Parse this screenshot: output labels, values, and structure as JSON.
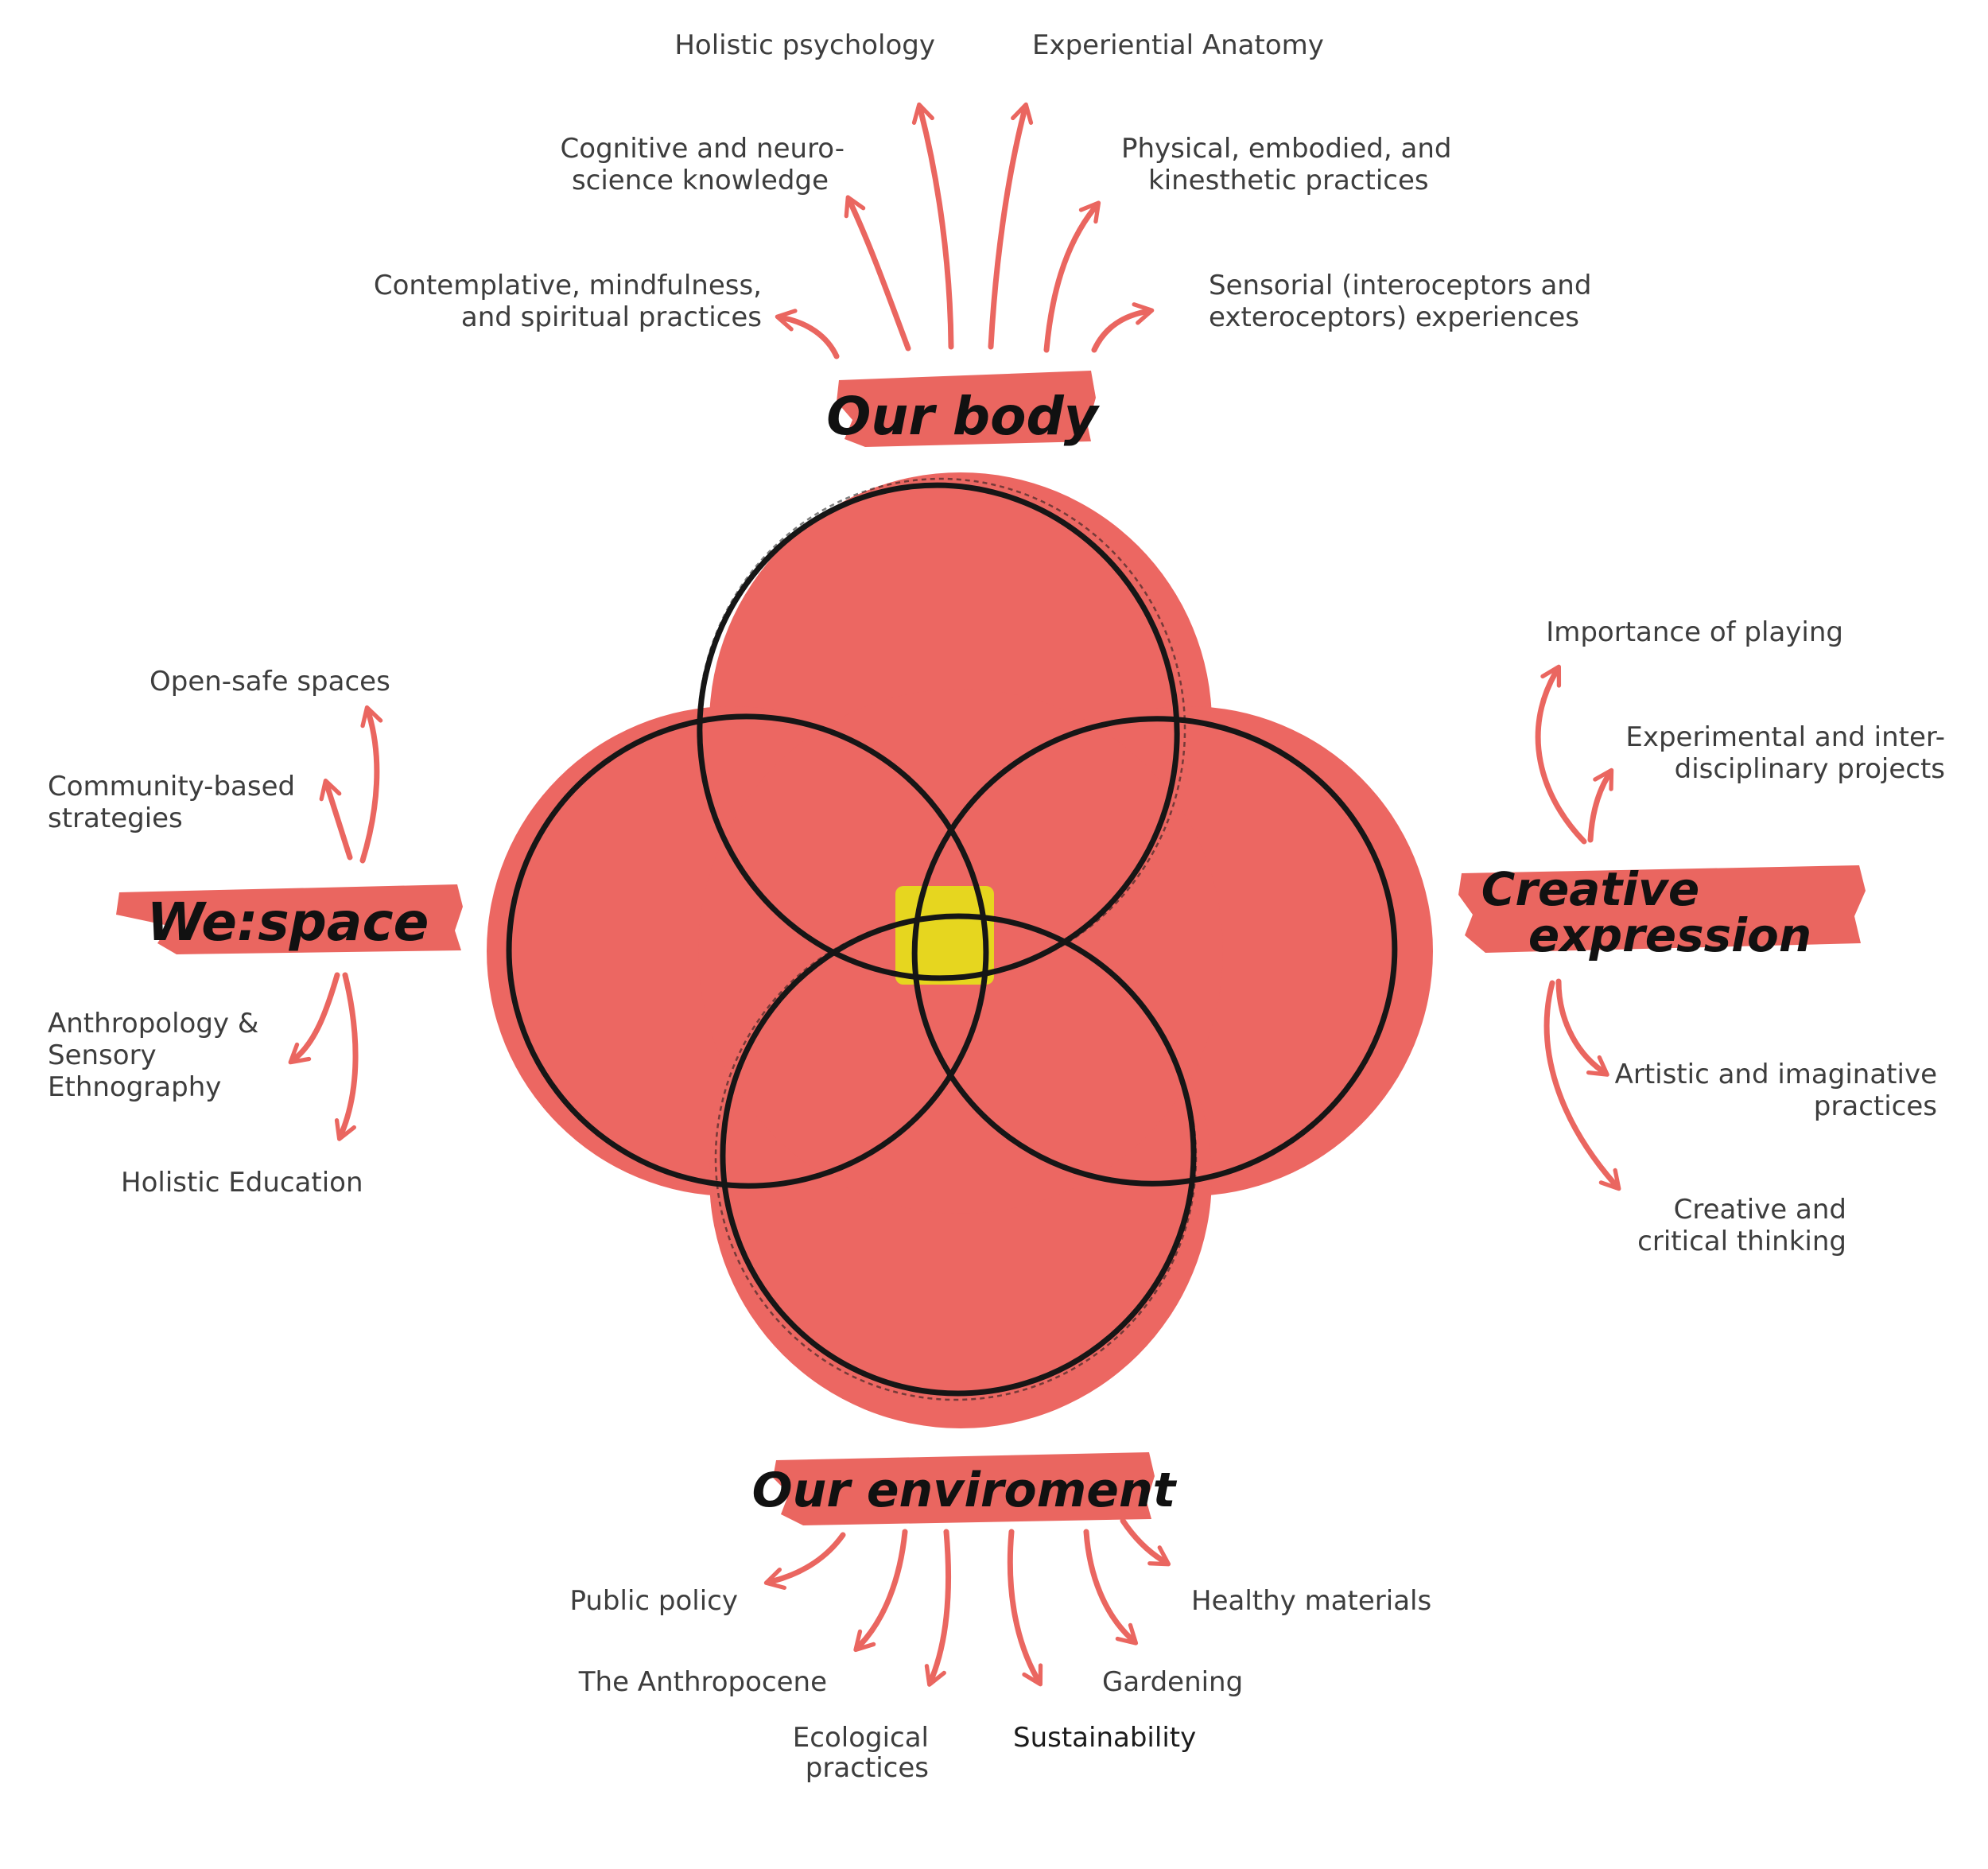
{
  "colors": {
    "blob": "#ec6762",
    "brush": "#ea6660",
    "center": "#e6d61f",
    "ink": "#161616",
    "text": "#3d3d3d"
  },
  "categories": {
    "body": "Our body",
    "wespace": "We:space",
    "creative_1": "Creative",
    "creative_2": "expression",
    "environment": "Our enviroment"
  },
  "body_items": {
    "holistic_psychology": "Holistic psychology",
    "experiential_anatomy": "Experiential Anatomy",
    "cognitive_1": "Cognitive and neuro-",
    "cognitive_2": "science knowledge",
    "physical_1": "Physical, embodied, and",
    "physical_2": "kinesthetic practices",
    "contemplative_1": "Contemplative, mindfulness,",
    "contemplative_2": "and spiritual practices",
    "sensorial_1": "Sensorial (interoceptors and",
    "sensorial_2": "exteroceptors) experiences"
  },
  "wespace_items": {
    "open_safe": "Open-safe spaces",
    "community_1": "Community-based",
    "community_2": "strategies",
    "anthropology_1": "Anthropology &",
    "anthropology_2": "Sensory",
    "anthropology_3": "Ethnography",
    "holistic_education": "Holistic Education"
  },
  "creative_items": {
    "playing": "Importance of playing",
    "experimental_1": "Experimental and inter-",
    "experimental_2": "disciplinary projects",
    "artistic_1": "Artistic and imaginative",
    "artistic_2": "practices",
    "critical_1": "Creative and",
    "critical_2": "critical thinking"
  },
  "environment_items": {
    "public_policy": "Public policy",
    "anthropocene": "The Anthropocene",
    "ecological_1": "Ecological",
    "ecological_2": "practices",
    "sustainability": "Sustainability",
    "gardening": "Gardening",
    "healthy_materials": "Healthy materials"
  }
}
